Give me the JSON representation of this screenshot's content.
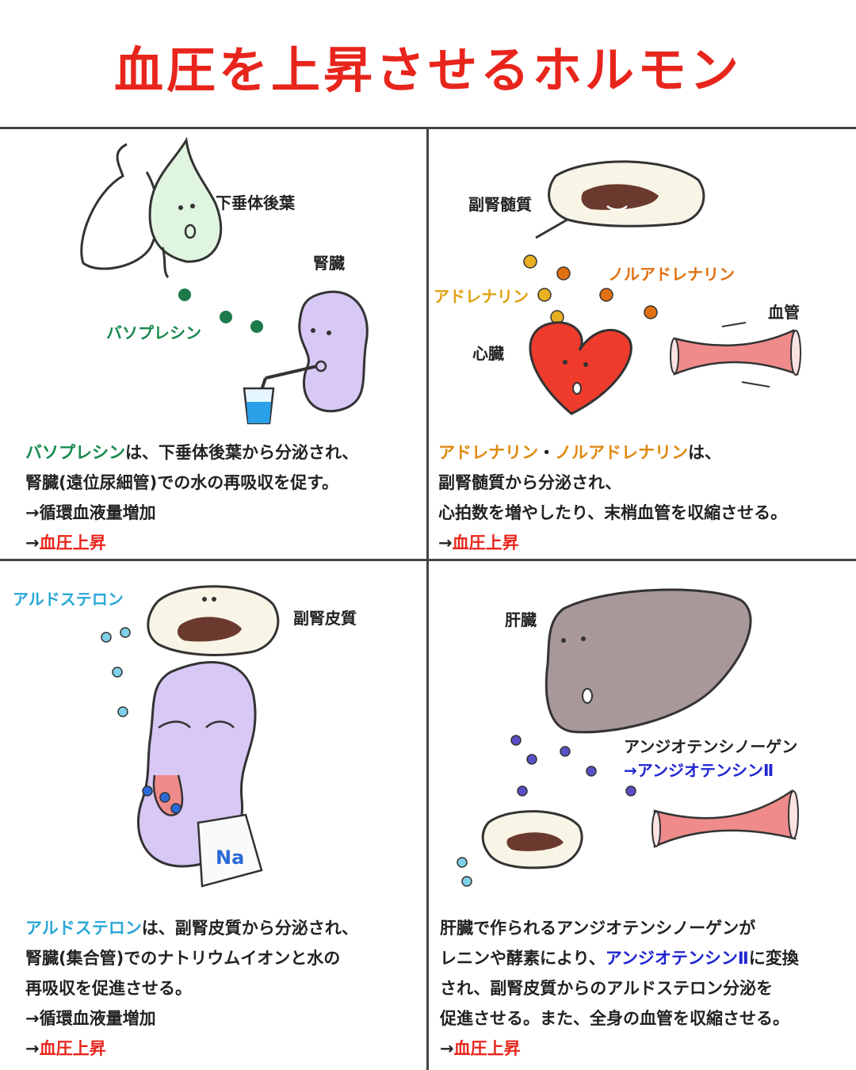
{
  "title": "血圧を上昇させるホルモン",
  "panels": {
    "vasopressin": {
      "labels": {
        "source": "下垂体後葉",
        "target": "腎臓",
        "hormone": "バソプレシン"
      },
      "desc": {
        "hormone": "バソプレシン",
        "line1_rest": "は、下垂体後葉から分泌され、",
        "line2": "腎臓(遠位尿細管)での水の再吸収を促す。",
        "line3": "→循環血液量増加",
        "arrow": "→",
        "result": "血圧上昇"
      }
    },
    "adrenaline": {
      "labels": {
        "source": "副腎髄質",
        "hormone1": "アドレナリン",
        "hormone2": "ノルアドレナリン",
        "heart": "心臓",
        "vessel": "血管"
      },
      "desc": {
        "hormone1": "アドレナリン",
        "sep": "・",
        "hormone2": "ノルアドレナリン",
        "line1_rest": "は、",
        "line2": "副腎髄質から分泌され、",
        "line3": "心拍数を増やしたり、末梢血管を収縮させる。",
        "arrow": "→",
        "result": "血圧上昇"
      }
    },
    "aldosterone": {
      "labels": {
        "hormone": "アルドステロン",
        "source": "副腎皮質",
        "bag": "Na"
      },
      "desc": {
        "hormone": "アルドステロン",
        "line1_rest": "は、副腎皮質から分泌され、",
        "line2": "腎臓(集合管)でのナトリウムイオンと水の",
        "line3": "再吸収を促進させる。",
        "line4": "→循環血液量増加",
        "arrow": "→",
        "result": "血圧上昇"
      }
    },
    "angiotensin": {
      "labels": {
        "source": "肝臓",
        "precursor": "アンジオテンシノーゲン",
        "product": "→アンジオテンシンⅡ"
      },
      "desc": {
        "line1": "肝臓で作られるアンジオテンシノーゲンが",
        "line2_pre": "レニンや酵素により、",
        "hormone": "アンジオテンシンⅡ",
        "line2_post": "に変換",
        "line3": "され、副腎皮質からのアルドステロン分泌を",
        "line4": "促進させる。また、全身の血管を収縮させる。",
        "arrow": "→",
        "result": "血圧上昇"
      }
    }
  },
  "colors": {
    "title": "#e8251c",
    "vasopressin": "#178a4e",
    "adrenaline": "#e0a010",
    "noradrenaline": "#e07010",
    "aldosterone": "#2aa7d6",
    "angiotensin": "#2025d0"
  }
}
